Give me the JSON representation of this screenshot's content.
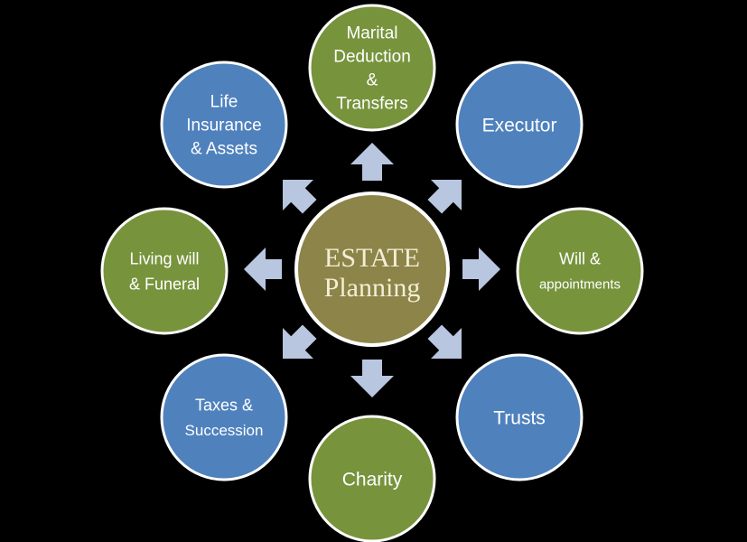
{
  "center": {
    "lines": [
      "ESTATE",
      "Planning"
    ],
    "color": "#8c8448"
  },
  "colors": {
    "blue": "#4f81bd",
    "green": "#77933c",
    "arrow": "#b9c6df",
    "border": "#ffffff",
    "background": "#000000"
  },
  "nodes": [
    {
      "id": "marital-deduction",
      "lines": [
        "Marital",
        "Deduction",
        "&",
        "Transfers"
      ],
      "color": "green"
    },
    {
      "id": "executor",
      "lines": [
        "Executor"
      ],
      "color": "blue"
    },
    {
      "id": "will-appointments",
      "lines": [
        "Will &",
        "appointments"
      ],
      "color": "green"
    },
    {
      "id": "trusts",
      "lines": [
        "Trusts"
      ],
      "color": "blue"
    },
    {
      "id": "charity",
      "lines": [
        "Charity"
      ],
      "color": "green"
    },
    {
      "id": "taxes-succession",
      "lines": [
        "Taxes &",
        "Succession"
      ],
      "color": "blue"
    },
    {
      "id": "living-will-funeral",
      "lines": [
        "Living will",
        "& Funeral"
      ],
      "color": "green"
    },
    {
      "id": "life-insurance-assets",
      "lines": [
        "Life",
        "Insurance",
        "&  Assets"
      ],
      "color": "blue"
    }
  ]
}
